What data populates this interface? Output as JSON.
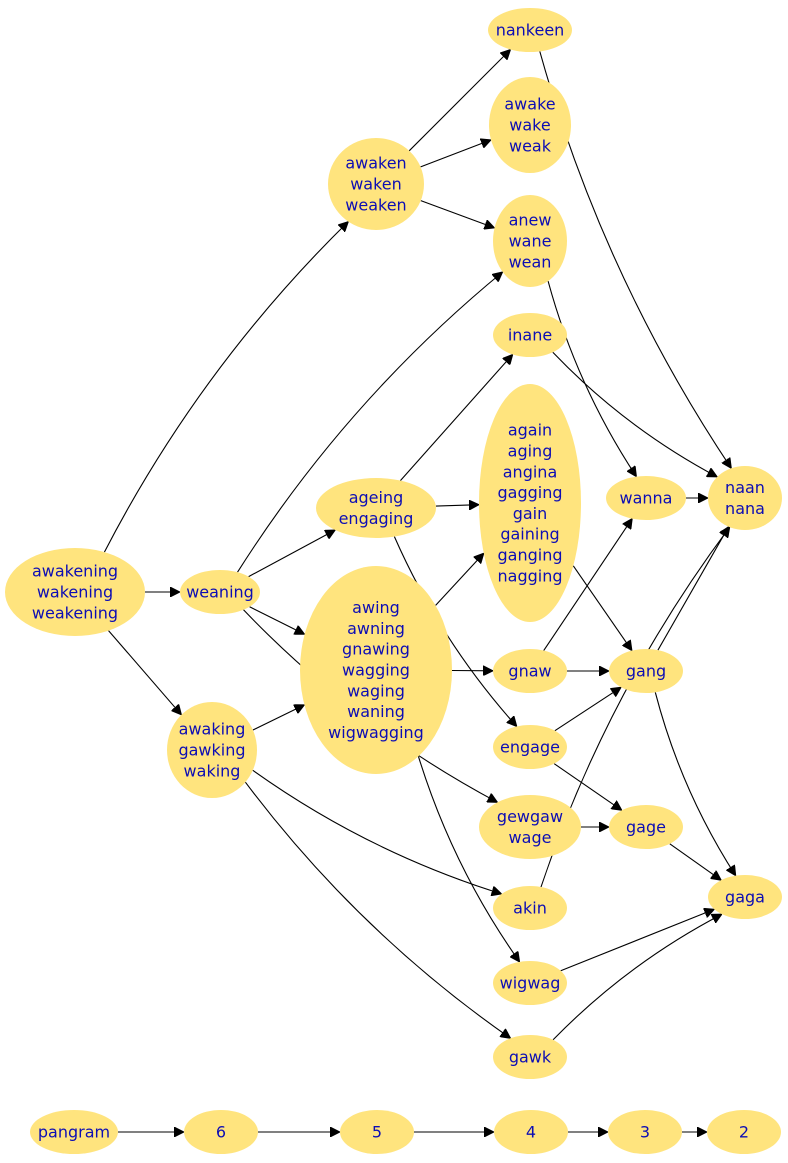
{
  "colors": {
    "node_fill": "#ffe47e",
    "label": "#0d0db4",
    "edge": "#000000",
    "background": "#ffffff"
  },
  "nodes": {
    "awakening": [
      "awakening",
      "wakening",
      "weakening"
    ],
    "weaning": [
      "weaning"
    ],
    "awaking": [
      "awaking",
      "gawking",
      "waking"
    ],
    "awaken": [
      "awaken",
      "waken",
      "weaken"
    ],
    "ageing": [
      "ageing",
      "engaging"
    ],
    "awing": [
      "awing",
      "awning",
      "gnawing",
      "wagging",
      "waging",
      "waning",
      "wigwagging"
    ],
    "nankeen": [
      "nankeen"
    ],
    "awake": [
      "awake",
      "wake",
      "weak"
    ],
    "anew": [
      "anew",
      "wane",
      "wean"
    ],
    "inane": [
      "inane"
    ],
    "again": [
      "again",
      "aging",
      "angina",
      "gagging",
      "gain",
      "gaining",
      "ganging",
      "nagging"
    ],
    "gnaw": [
      "gnaw"
    ],
    "engage": [
      "engage"
    ],
    "gewgaw": [
      "gewgaw",
      "wage"
    ],
    "akin": [
      "akin"
    ],
    "wigwag": [
      "wigwag"
    ],
    "gawk": [
      "gawk"
    ],
    "wanna": [
      "wanna"
    ],
    "gang": [
      "gang"
    ],
    "gage": [
      "gage"
    ],
    "naan": [
      "naan",
      "nana"
    ],
    "gaga": [
      "gaga"
    ],
    "pangram": [
      "pangram"
    ],
    "n6": [
      "6"
    ],
    "n5": [
      "5"
    ],
    "n4": [
      "4"
    ],
    "n3": [
      "3"
    ],
    "n2": [
      "2"
    ]
  },
  "edges": [
    [
      "awakening",
      "weaning"
    ],
    [
      "awakening",
      "awaken"
    ],
    [
      "awakening",
      "awaking"
    ],
    [
      "awaken",
      "nankeen"
    ],
    [
      "awaken",
      "awake"
    ],
    [
      "awaken",
      "anew"
    ],
    [
      "weaning",
      "anew"
    ],
    [
      "weaning",
      "ageing"
    ],
    [
      "weaning",
      "awing"
    ],
    [
      "weaning",
      "gewgaw"
    ],
    [
      "awaking",
      "awing"
    ],
    [
      "awaking",
      "akin"
    ],
    [
      "awaking",
      "gawk"
    ],
    [
      "ageing",
      "inane"
    ],
    [
      "ageing",
      "again"
    ],
    [
      "ageing",
      "engage"
    ],
    [
      "awing",
      "again"
    ],
    [
      "awing",
      "gnaw"
    ],
    [
      "awing",
      "wigwag"
    ],
    [
      "nankeen",
      "naan"
    ],
    [
      "anew",
      "wanna"
    ],
    [
      "inane",
      "naan"
    ],
    [
      "again",
      "gang"
    ],
    [
      "gnaw",
      "wanna"
    ],
    [
      "gnaw",
      "gang"
    ],
    [
      "engage",
      "gang"
    ],
    [
      "engage",
      "gage"
    ],
    [
      "gewgaw",
      "gage"
    ],
    [
      "akin",
      "naan"
    ],
    [
      "wigwag",
      "gaga"
    ],
    [
      "gawk",
      "gaga"
    ],
    [
      "wanna",
      "naan"
    ],
    [
      "gang",
      "naan"
    ],
    [
      "gang",
      "gaga"
    ],
    [
      "gage",
      "gaga"
    ],
    [
      "pangram",
      "n6"
    ],
    [
      "n6",
      "n5"
    ],
    [
      "n5",
      "n4"
    ],
    [
      "n4",
      "n3"
    ],
    [
      "n3",
      "n2"
    ]
  ]
}
